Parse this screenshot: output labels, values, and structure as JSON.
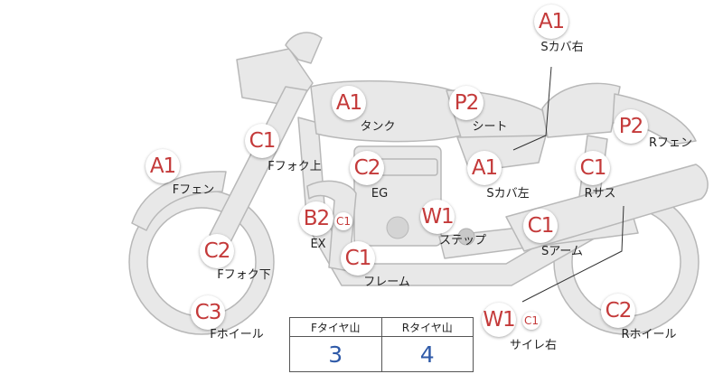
{
  "colors": {
    "part_fill": "#e8e8e8",
    "part_stroke": "#b8b8b8",
    "badge_text": "#c43a3a",
    "value_text": "#2f5aa8"
  },
  "parts": [
    {
      "id": "s-cover-right",
      "grade": "A1",
      "label": "Sカバ右"
    },
    {
      "id": "tank",
      "grade": "A1",
      "label": "タンク"
    },
    {
      "id": "seat",
      "grade": "P2",
      "label": "シート"
    },
    {
      "id": "r-fender",
      "grade": "P2",
      "label": "Rフェン"
    },
    {
      "id": "f-fork-upper",
      "grade": "C1",
      "label": "Fフォク上"
    },
    {
      "id": "f-fender",
      "grade": "A1",
      "label": "Fフェン"
    },
    {
      "id": "engine",
      "grade": "C2",
      "label": "EG"
    },
    {
      "id": "s-cover-left",
      "grade": "A1",
      "label": "Sカバ左"
    },
    {
      "id": "r-suspension",
      "grade": "C1",
      "label": "Rサス"
    },
    {
      "id": "exhaust",
      "grade": "B2",
      "sub": "C1",
      "label": "EX"
    },
    {
      "id": "step",
      "grade": "W1",
      "label": "ステップ"
    },
    {
      "id": "swingarm",
      "grade": "C1",
      "label": "Sアーム"
    },
    {
      "id": "f-fork-lower",
      "grade": "C2",
      "label": "Fフォク下"
    },
    {
      "id": "frame",
      "grade": "C1",
      "label": "フレーム"
    },
    {
      "id": "f-wheel",
      "grade": "C3",
      "label": "Fホイール"
    },
    {
      "id": "silencer-right",
      "grade": "W1",
      "sub": "C1",
      "label": "サイレ右"
    },
    {
      "id": "r-wheel",
      "grade": "C2",
      "label": "Rホイール"
    }
  ],
  "tire_table": {
    "headers": [
      "Fタイヤ山",
      "Rタイヤ山"
    ],
    "values": [
      "3",
      "4"
    ]
  }
}
